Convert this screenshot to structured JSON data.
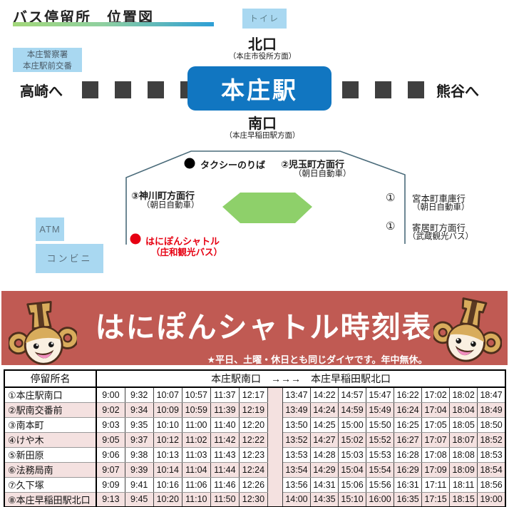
{
  "map": {
    "title": "バス停留所　位置図",
    "toilet_label": "トイレ",
    "police_line1": "本庄警察署",
    "police_line2": "本庄駅前交番",
    "north_exit": "北口",
    "north_exit_sub": "（本庄市役所方面）",
    "station_name": "本庄駅",
    "south_exit": "南口",
    "south_exit_sub": "（本庄早稲田駅方面）",
    "to_takasaki": "高崎へ",
    "to_kumagaya": "熊谷へ",
    "taxi_label": "タクシーのりば",
    "stop2_label": "②児玉町方面行",
    "stop2_sub": "（朝日自動車）",
    "stop3_label": "③神川町方面行",
    "stop3_sub": "（朝日自動車）",
    "stop1a_num": "①",
    "stop1a_label": "宮本町車庫行",
    "stop1a_sub": "（朝日自動車）",
    "stop1b_num": "①",
    "stop1b_label": "寄居町方面行",
    "stop1b_sub": "（武蔵観光バス）",
    "shuttle_label": "はにぽんシャトル",
    "shuttle_sub": "（庄和観光バス）",
    "atm_label": "ATM",
    "convenience_label": "コンビニ"
  },
  "banner": {
    "title": "はにぽんシャトル時刻表",
    "subtitle": "★平日、土曜・休日とも同じダイヤです。年中無休。"
  },
  "timetable": {
    "header_stop": "停留所名",
    "header_route": "本庄駅南口　→→→　本庄早稲田駅北口",
    "rows": [
      {
        "stop": "①本庄駅南口",
        "am": [
          "9:00",
          "9:32",
          "10:07",
          "10:57",
          "11:37",
          "12:17"
        ],
        "pm": [
          "13:47",
          "14:22",
          "14:57",
          "15:47",
          "16:22",
          "17:02",
          "18:02",
          "18:47"
        ]
      },
      {
        "stop": "②駅南交番前",
        "am": [
          "9:02",
          "9:34",
          "10:09",
          "10:59",
          "11:39",
          "12:19"
        ],
        "pm": [
          "13:49",
          "14:24",
          "14:59",
          "15:49",
          "16:24",
          "17:04",
          "18:04",
          "18:49"
        ]
      },
      {
        "stop": "③南本町",
        "am": [
          "9:03",
          "9:35",
          "10:10",
          "11:00",
          "11:40",
          "12:20"
        ],
        "pm": [
          "13:50",
          "14:25",
          "15:00",
          "15:50",
          "16:25",
          "17:05",
          "18:05",
          "18:50"
        ]
      },
      {
        "stop": "④けや木",
        "am": [
          "9:05",
          "9:37",
          "10:12",
          "11:02",
          "11:42",
          "12:22"
        ],
        "pm": [
          "13:52",
          "14:27",
          "15:02",
          "15:52",
          "16:27",
          "17:07",
          "18:07",
          "18:52"
        ]
      },
      {
        "stop": "⑤新田原",
        "am": [
          "9:06",
          "9:38",
          "10:13",
          "11:03",
          "11:43",
          "12:23"
        ],
        "pm": [
          "13:53",
          "14:28",
          "15:03",
          "15:53",
          "16:28",
          "17:08",
          "18:08",
          "18:53"
        ]
      },
      {
        "stop": "⑥法務局南",
        "am": [
          "9:07",
          "9:39",
          "10:14",
          "11:04",
          "11:44",
          "12:24"
        ],
        "pm": [
          "13:54",
          "14:29",
          "15:04",
          "15:54",
          "16:29",
          "17:09",
          "18:09",
          "18:54"
        ]
      },
      {
        "stop": "⑦久下塚",
        "am": [
          "9:09",
          "9:41",
          "10:16",
          "11:06",
          "11:46",
          "12:26"
        ],
        "pm": [
          "13:56",
          "14:31",
          "15:06",
          "15:56",
          "16:31",
          "17:11",
          "18:11",
          "18:56"
        ]
      },
      {
        "stop": "⑧本庄早稲田駅北口",
        "am": [
          "9:13",
          "9:45",
          "10:20",
          "11:10",
          "11:50",
          "12:30"
        ],
        "pm": [
          "14:00",
          "14:35",
          "15:10",
          "16:00",
          "16:35",
          "17:15",
          "18:15",
          "19:00"
        ]
      }
    ]
  },
  "colors": {
    "banner_red": "#c05a53",
    "station_blue": "#1176c1",
    "light_blue_box": "#a9d8f1",
    "hexagon_green": "#8ed06a",
    "shuttle_red": "#e60012",
    "row_pink": "#f4e1e0",
    "rail_dark": "#3f3f3f",
    "plaza_outline": "#4a6b7a"
  },
  "icons": {
    "taxi_dot": "black-dot-marker",
    "shuttle_dot": "red-dot-marker",
    "mascot": "hanipon-mascot"
  }
}
